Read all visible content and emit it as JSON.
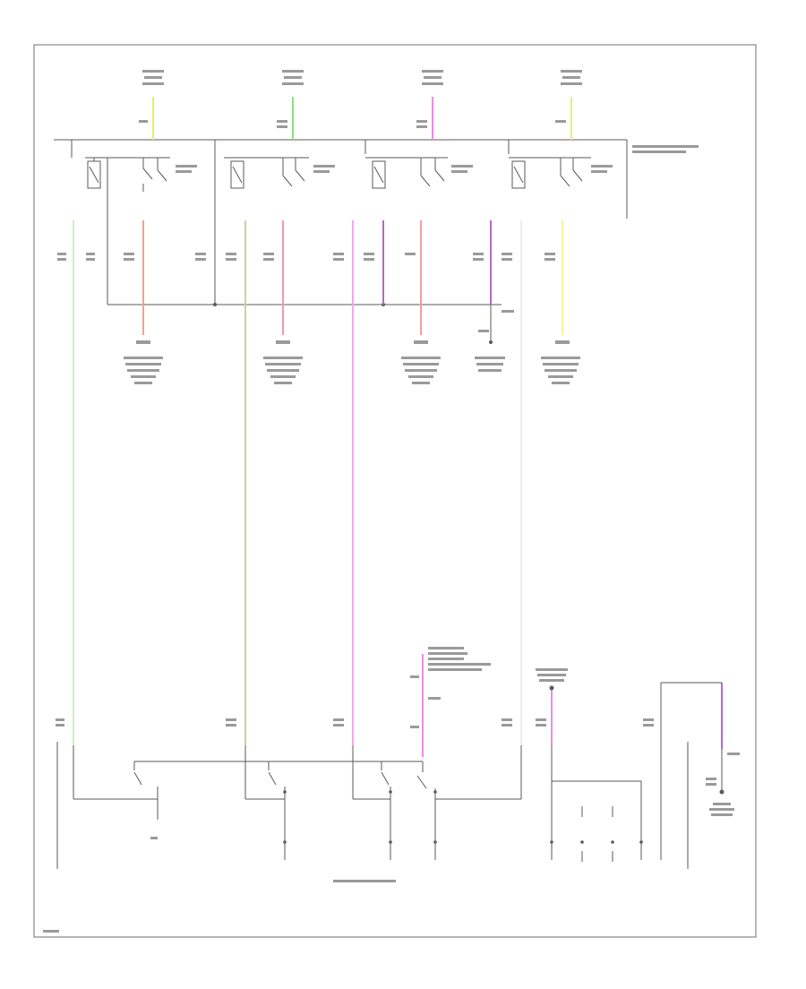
{
  "diagram": {
    "footer_code": "",
    "colors": {
      "frame": "#6f6f6f",
      "line": "#5a5a5a",
      "wire_yellow": "#e9ee6c",
      "wire_green": "#8fe07a",
      "wire_pink": "#ea8ce6",
      "wire_purple": "#b469c8",
      "wire_salmon": "#f3a28d",
      "wire_red": "#f49aa6",
      "wire_lightgreen": "#c9f3b4",
      "wire_tan": "#d6cfa0",
      "wire_lightyellow": "#f4f59a"
    },
    "relays": [
      {
        "id": "relay-1"
      },
      {
        "id": "relay-2"
      },
      {
        "id": "relay-3"
      },
      {
        "id": "relay-4"
      }
    ],
    "ground_symbols": [
      {
        "id": "ground-upper"
      },
      {
        "id": "ground-right"
      }
    ]
  }
}
